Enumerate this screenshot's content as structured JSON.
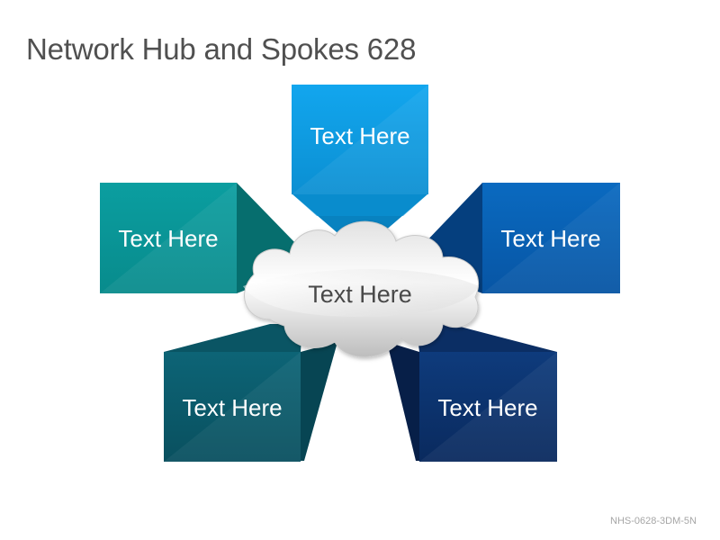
{
  "title": "Network Hub and Spokes 628",
  "footer_code": "NHS-0628-3DM-5N",
  "hub": {
    "label": "Text Here"
  },
  "spokes": [
    {
      "id": "top",
      "label": "Text Here",
      "color": "#139ee0"
    },
    {
      "id": "left",
      "label": "Text Here",
      "color": "#0e9696"
    },
    {
      "id": "right",
      "label": "Text Here",
      "color": "#0a62b4"
    },
    {
      "id": "bottom-left",
      "label": "Text Here",
      "color": "#0b5a6a"
    },
    {
      "id": "bottom-right",
      "label": "Text Here",
      "color": "#0c2f6a"
    }
  ]
}
